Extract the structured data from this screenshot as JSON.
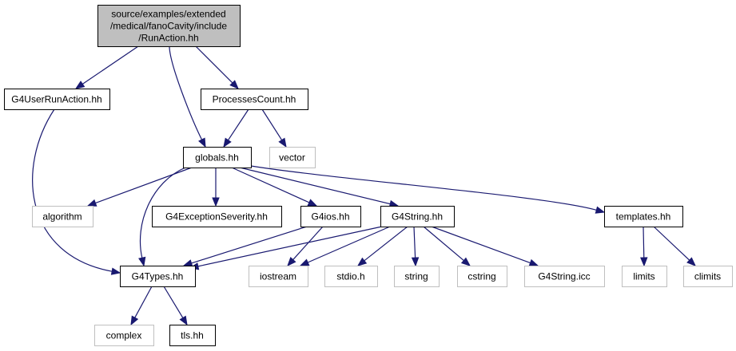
{
  "colors": {
    "edge": "#191970",
    "main_fill": "#bfbfbf",
    "doc_border": "#000000",
    "external_border": "#bfbfbf"
  },
  "nodes": [
    {
      "id": "runaction",
      "kind": "main",
      "lines": [
        "source/examples/extended",
        "/medical/fanoCavity/include",
        "/RunAction.hh"
      ]
    },
    {
      "id": "g4userrunaction",
      "kind": "doc",
      "lines": [
        "G4UserRunAction.hh"
      ]
    },
    {
      "id": "processescount",
      "kind": "doc",
      "lines": [
        "ProcessesCount.hh"
      ]
    },
    {
      "id": "globals",
      "kind": "doc",
      "lines": [
        "globals.hh"
      ]
    },
    {
      "id": "vector",
      "kind": "ext",
      "lines": [
        "vector"
      ]
    },
    {
      "id": "algorithm",
      "kind": "ext",
      "lines": [
        "algorithm"
      ]
    },
    {
      "id": "g4exceptionseverity",
      "kind": "doc",
      "lines": [
        "G4ExceptionSeverity.hh"
      ]
    },
    {
      "id": "g4ios",
      "kind": "doc",
      "lines": [
        "G4ios.hh"
      ]
    },
    {
      "id": "g4string",
      "kind": "doc",
      "lines": [
        "G4String.hh"
      ]
    },
    {
      "id": "templates",
      "kind": "doc",
      "lines": [
        "templates.hh"
      ]
    },
    {
      "id": "g4types",
      "kind": "doc",
      "lines": [
        "G4Types.hh"
      ]
    },
    {
      "id": "iostream",
      "kind": "ext",
      "lines": [
        "iostream"
      ]
    },
    {
      "id": "stdio",
      "kind": "ext",
      "lines": [
        "stdio.h"
      ]
    },
    {
      "id": "string",
      "kind": "ext",
      "lines": [
        "string"
      ]
    },
    {
      "id": "cstring",
      "kind": "ext",
      "lines": [
        "cstring"
      ]
    },
    {
      "id": "g4stringicc",
      "kind": "ext",
      "lines": [
        "G4String.icc"
      ]
    },
    {
      "id": "limits",
      "kind": "ext",
      "lines": [
        "limits"
      ]
    },
    {
      "id": "climits",
      "kind": "ext",
      "lines": [
        "climits"
      ]
    },
    {
      "id": "complex",
      "kind": "ext",
      "lines": [
        "complex"
      ]
    },
    {
      "id": "tls",
      "kind": "doc",
      "lines": [
        "tls.hh"
      ]
    }
  ],
  "edges": [
    {
      "from": "runaction",
      "to": "g4userrunaction"
    },
    {
      "from": "runaction",
      "to": "globals"
    },
    {
      "from": "runaction",
      "to": "processescount"
    },
    {
      "from": "g4userrunaction",
      "to": "g4types"
    },
    {
      "from": "processescount",
      "to": "globals"
    },
    {
      "from": "processescount",
      "to": "vector"
    },
    {
      "from": "globals",
      "to": "algorithm"
    },
    {
      "from": "globals",
      "to": "g4exceptionseverity"
    },
    {
      "from": "globals",
      "to": "g4ios"
    },
    {
      "from": "globals",
      "to": "g4string"
    },
    {
      "from": "globals",
      "to": "templates"
    },
    {
      "from": "globals",
      "to": "g4types"
    },
    {
      "from": "g4ios",
      "to": "g4types"
    },
    {
      "from": "g4ios",
      "to": "iostream"
    },
    {
      "from": "g4string",
      "to": "g4types"
    },
    {
      "from": "g4string",
      "to": "iostream"
    },
    {
      "from": "g4string",
      "to": "stdio"
    },
    {
      "from": "g4string",
      "to": "string"
    },
    {
      "from": "g4string",
      "to": "cstring"
    },
    {
      "from": "g4string",
      "to": "g4stringicc"
    },
    {
      "from": "templates",
      "to": "limits"
    },
    {
      "from": "templates",
      "to": "climits"
    },
    {
      "from": "g4types",
      "to": "complex"
    },
    {
      "from": "g4types",
      "to": "tls"
    }
  ]
}
